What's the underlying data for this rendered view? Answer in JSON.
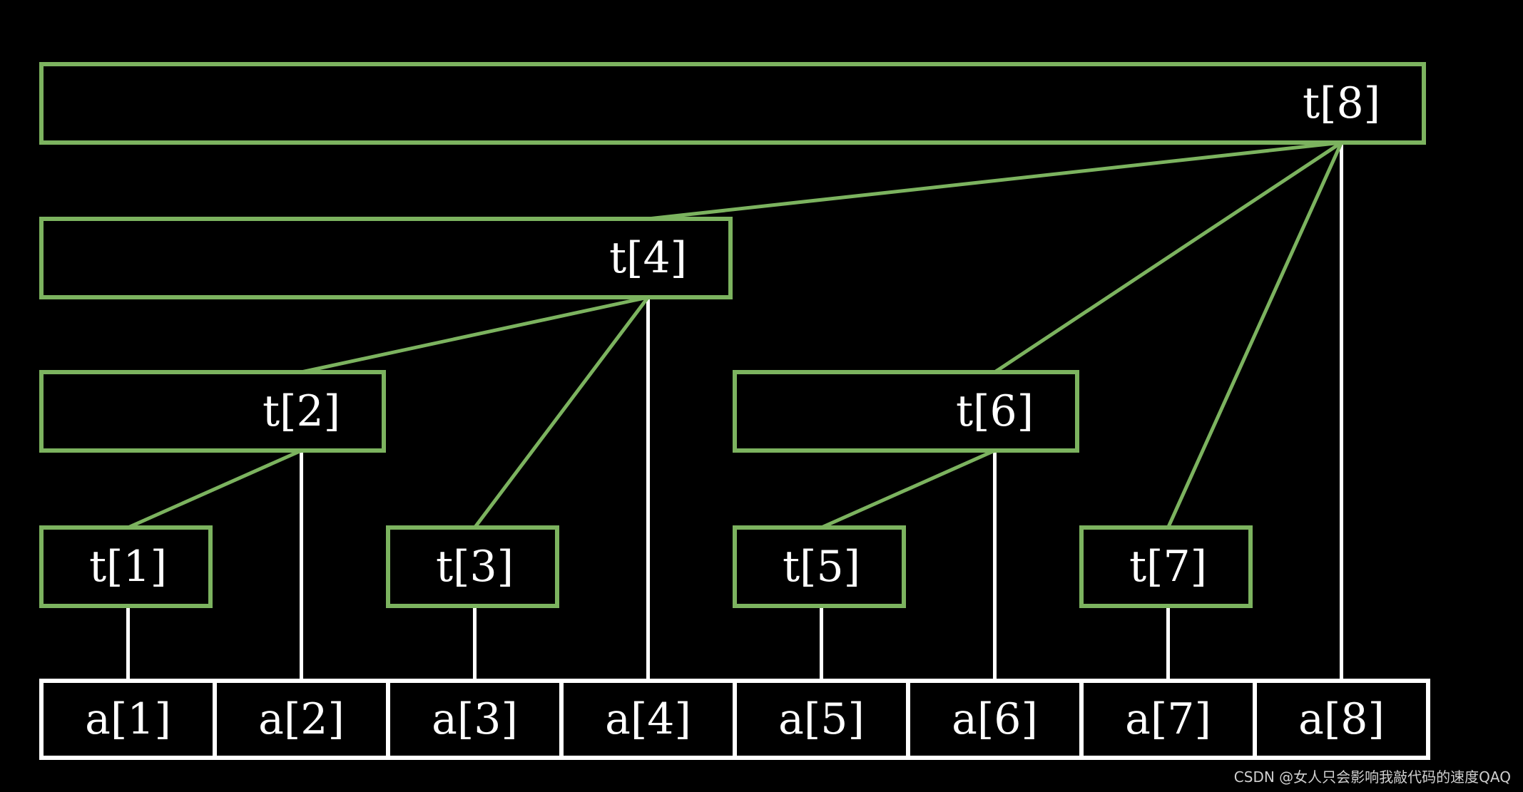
{
  "colors": {
    "background": "#000000",
    "tree_border": "#7cb35f",
    "array_border": "#ffffff",
    "text": "#ffffff",
    "leaf_connector": "#ffffff"
  },
  "tree_nodes": [
    {
      "id": "t1",
      "label": "t[1]"
    },
    {
      "id": "t2",
      "label": "t[2]"
    },
    {
      "id": "t3",
      "label": "t[3]"
    },
    {
      "id": "t4",
      "label": "t[4]"
    },
    {
      "id": "t5",
      "label": "t[5]"
    },
    {
      "id": "t6",
      "label": "t[6]"
    },
    {
      "id": "t7",
      "label": "t[7]"
    },
    {
      "id": "t8",
      "label": "t[8]"
    }
  ],
  "array_cells": [
    {
      "id": "a1",
      "label": "a[1]"
    },
    {
      "id": "a2",
      "label": "a[2]"
    },
    {
      "id": "a3",
      "label": "a[3]"
    },
    {
      "id": "a4",
      "label": "a[4]"
    },
    {
      "id": "a5",
      "label": "a[5]"
    },
    {
      "id": "a6",
      "label": "a[6]"
    },
    {
      "id": "a7",
      "label": "a[7]"
    },
    {
      "id": "a8",
      "label": "a[8]"
    }
  ],
  "tree_edges": [
    [
      "t1",
      "t2"
    ],
    [
      "t2",
      "t4"
    ],
    [
      "t3",
      "t4"
    ],
    [
      "t4",
      "t8"
    ],
    [
      "t5",
      "t6"
    ],
    [
      "t6",
      "t8"
    ],
    [
      "t7",
      "t8"
    ]
  ],
  "array_edges": [
    [
      "a1",
      "t1"
    ],
    [
      "a2",
      "t2"
    ],
    [
      "a3",
      "t3"
    ],
    [
      "a4",
      "t4"
    ],
    [
      "a5",
      "t5"
    ],
    [
      "a6",
      "t6"
    ],
    [
      "a7",
      "t7"
    ],
    [
      "a8",
      "t8"
    ]
  ],
  "watermark": "CSDN @女人只会影响我敲代码的速度QAQ"
}
